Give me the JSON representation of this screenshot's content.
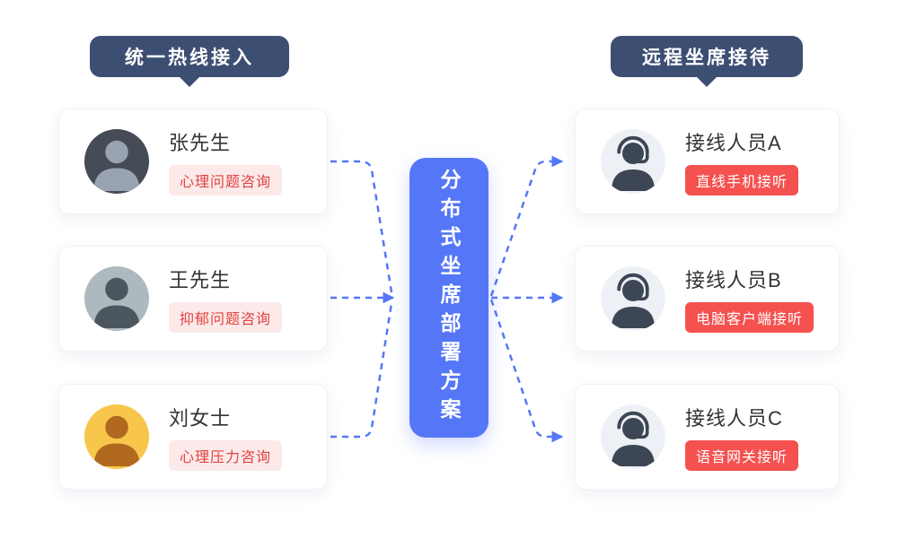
{
  "colors": {
    "badge_bg": "#3D4E73",
    "accent": "#5577F7",
    "tag_light_bg": "#FCE9E9",
    "tag_light_text": "#E0433F",
    "tag_solid_bg": "#F4514F",
    "tag_solid_text": "#FFFFFF",
    "name_text": "#333333"
  },
  "left": {
    "badge": "统一热线接入",
    "cards": [
      {
        "name": "张先生",
        "tag": "心理问题咨询"
      },
      {
        "name": "王先生",
        "tag": "抑郁问题咨询"
      },
      {
        "name": "刘女士",
        "tag": "心理压力咨询"
      }
    ]
  },
  "center": {
    "title": "分布式坐席部署方案"
  },
  "right": {
    "badge": "远程坐席接待",
    "cards": [
      {
        "name": "接线人员A",
        "tag": "直线手机接听"
      },
      {
        "name": "接线人员B",
        "tag": "电脑客户端接听"
      },
      {
        "name": "接线人员C",
        "tag": "语音网关接听"
      }
    ]
  }
}
